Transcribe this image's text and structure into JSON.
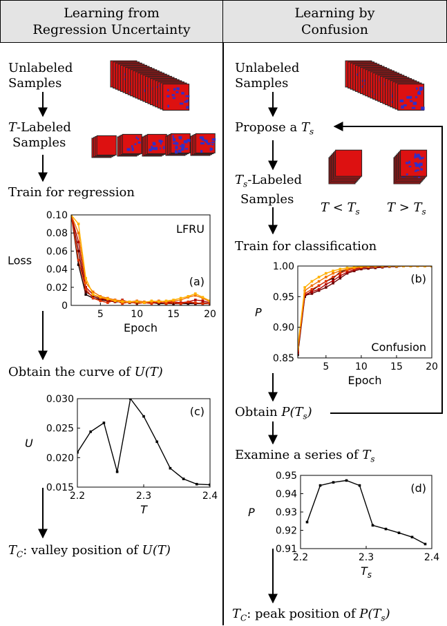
{
  "left": {
    "header": [
      "Learning from",
      "Regression Uncertainty"
    ],
    "unlabeled": [
      "Unlabeled",
      "Samples"
    ],
    "labeled_var": "T",
    "labeled": [
      "-Labeled",
      "Samples"
    ],
    "train": "Train for regression",
    "obtain": "Obtain the curve of ",
    "obtain_math": "U(T)",
    "result_var": "T",
    "result_sub": "C",
    "result": ": valley position of ",
    "result_math": "U(T)"
  },
  "right": {
    "header": [
      "Learning by",
      "Confusion"
    ],
    "unlabeled": [
      "Unlabeled",
      "Samples"
    ],
    "propose": "Propose a ",
    "propose_var": "T",
    "propose_sub": "s",
    "labeled_var": "T",
    "labeled_sub": "s",
    "labeled": [
      "-Labeled",
      "Samples"
    ],
    "lt_label": "T < T",
    "lt_sub": "s",
    "gt_label": "T > T",
    "gt_sub": "s",
    "train": "Train for classification",
    "obtain": "Obtain ",
    "obtain_math": "P(T",
    "obtain_sub": "s",
    "obtain_close": ")",
    "examine": "Examine a series of ",
    "examine_var": "T",
    "examine_sub": "s",
    "result_var": "T",
    "result_sub": "C",
    "result": ": peak position of ",
    "result_math": "P(T",
    "result_math_sub": "s",
    "result_close": ")"
  },
  "colors": {
    "ising_red": "#dd1111",
    "ising_blue": "#3030c8",
    "header_bg": "#e4e4e4"
  },
  "chart_data": [
    {
      "id": "a",
      "type": "line",
      "annotation": "LFRU",
      "panel_label": "(a)",
      "xlabel": "Epoch",
      "ylabel": "Loss",
      "xlim": [
        1,
        20
      ],
      "ylim": [
        0,
        0.1
      ],
      "xticks": [
        5,
        10,
        15,
        20
      ],
      "yticks": [
        "0",
        "0.02",
        "0.04",
        "0.06",
        "0.08",
        "0.10"
      ],
      "x": [
        1,
        2,
        3,
        4,
        5,
        6,
        7,
        8,
        9,
        10,
        11,
        12,
        13,
        14,
        15,
        16,
        17,
        18,
        19,
        20
      ],
      "series": [
        {
          "color": "#1a0000",
          "values": [
            0.1,
            0.045,
            0.012,
            0.008,
            0.006,
            0.005,
            0.004,
            0.004,
            0.003,
            0.003,
            0.003,
            0.003,
            0.002,
            0.002,
            0.002,
            0.002,
            0.002,
            0.002,
            0.002,
            0.002
          ]
        },
        {
          "color": "#6b0000",
          "values": [
            0.1,
            0.06,
            0.015,
            0.01,
            0.007,
            0.005,
            0.005,
            0.004,
            0.004,
            0.003,
            0.003,
            0.003,
            0.003,
            0.003,
            0.002,
            0.002,
            0.003,
            0.002,
            0.003,
            0.002
          ]
        },
        {
          "color": "#b00000",
          "values": [
            0.1,
            0.07,
            0.02,
            0.012,
            0.008,
            0.006,
            0.004,
            0.006,
            0.003,
            0.004,
            0.003,
            0.004,
            0.003,
            0.003,
            0.004,
            0.003,
            0.004,
            0.006,
            0.005,
            0.003
          ]
        },
        {
          "color": "#e03000",
          "values": [
            0.1,
            0.05,
            0.018,
            0.008,
            0.005,
            0.003,
            0.006,
            0.002,
            0.004,
            0.002,
            0.003,
            0.002,
            0.004,
            0.002,
            0.003,
            0.002,
            0.004,
            0.003,
            0.002,
            0.002
          ]
        },
        {
          "color": "#f07000",
          "values": [
            0.1,
            0.08,
            0.025,
            0.015,
            0.01,
            0.008,
            0.006,
            0.005,
            0.004,
            0.005,
            0.004,
            0.004,
            0.005,
            0.004,
            0.005,
            0.006,
            0.009,
            0.011,
            0.008,
            0.004
          ]
        },
        {
          "color": "#ffb000",
          "values": [
            0.1,
            0.09,
            0.03,
            0.012,
            0.009,
            0.007,
            0.005,
            0.004,
            0.004,
            0.004,
            0.003,
            0.005,
            0.004,
            0.005,
            0.006,
            0.008,
            0.01,
            0.013,
            0.009,
            0.005
          ]
        }
      ]
    },
    {
      "id": "b",
      "type": "line",
      "annotation": "Confusion",
      "panel_label": "(b)",
      "xlabel": "Epoch",
      "ylabel": "P",
      "xlim": [
        1,
        20
      ],
      "ylim": [
        0.85,
        1.0
      ],
      "xticks": [
        5,
        10,
        15,
        20
      ],
      "yticks": [
        "0.85",
        "0.90",
        "0.95",
        "1.00"
      ],
      "x": [
        1,
        2,
        3,
        4,
        5,
        6,
        7,
        8,
        9,
        10,
        11,
        12,
        13,
        14,
        15,
        16,
        17,
        18,
        19,
        20
      ],
      "series": [
        {
          "color": "#1a0000",
          "values": [
            0.855,
            0.95,
            0.96,
            0.968,
            0.975,
            0.98,
            0.99,
            0.995,
            0.998,
            0.999,
            0.999,
            1.0,
            1.0,
            1.0,
            1.0,
            1.0,
            1.0,
            1.0,
            1.0,
            1.0
          ]
        },
        {
          "color": "#6b0000",
          "values": [
            0.86,
            0.952,
            0.955,
            0.96,
            0.965,
            0.972,
            0.98,
            0.988,
            0.992,
            0.995,
            0.996,
            0.997,
            0.998,
            0.999,
            0.999,
            1.0,
            1.0,
            1.0,
            1.0,
            1.0
          ]
        },
        {
          "color": "#b00000",
          "values": [
            0.858,
            0.953,
            0.958,
            0.962,
            0.97,
            0.976,
            0.984,
            0.99,
            0.994,
            0.997,
            0.998,
            0.999,
            0.999,
            1.0,
            1.0,
            1.0,
            1.0,
            1.0,
            1.0,
            1.0
          ]
        },
        {
          "color": "#e03000",
          "values": [
            0.862,
            0.955,
            0.962,
            0.968,
            0.975,
            0.982,
            0.988,
            0.993,
            0.996,
            0.998,
            0.999,
            0.999,
            1.0,
            1.0,
            1.0,
            1.0,
            1.0,
            1.0,
            1.0,
            1.0
          ]
        },
        {
          "color": "#f07000",
          "values": [
            0.865,
            0.96,
            0.968,
            0.975,
            0.982,
            0.988,
            0.992,
            0.995,
            0.997,
            0.999,
            0.999,
            1.0,
            1.0,
            1.0,
            1.0,
            1.0,
            1.0,
            1.0,
            1.0,
            1.0
          ]
        },
        {
          "color": "#ffb000",
          "values": [
            0.868,
            0.965,
            0.975,
            0.982,
            0.988,
            0.992,
            0.995,
            0.997,
            0.998,
            0.999,
            1.0,
            1.0,
            1.0,
            1.0,
            1.0,
            1.0,
            1.0,
            1.0,
            1.0,
            1.0
          ]
        }
      ]
    },
    {
      "id": "c",
      "type": "line",
      "panel_label": "(c)",
      "xlabel": "T",
      "ylabel": "U",
      "xlim": [
        2.2,
        2.4
      ],
      "ylim": [
        0.015,
        0.03
      ],
      "xticks": [
        "2.2",
        "2.3",
        "2.4"
      ],
      "yticks": [
        "0.015",
        "0.020",
        "0.025",
        "0.030"
      ],
      "x": [
        2.2,
        2.22,
        2.24,
        2.26,
        2.28,
        2.3,
        2.32,
        2.34,
        2.36,
        2.38,
        2.4
      ],
      "series": [
        {
          "color": "#000000",
          "values": [
            0.0209,
            0.0244,
            0.0259,
            0.0176,
            0.03,
            0.027,
            0.0227,
            0.0182,
            0.0164,
            0.0155,
            0.0154
          ]
        }
      ]
    },
    {
      "id": "d",
      "type": "line",
      "panel_label": "(d)",
      "xlabel": "T_s",
      "ylabel": "P",
      "xlim": [
        2.2,
        2.4
      ],
      "ylim": [
        0.91,
        0.95
      ],
      "xticks": [
        "2.2",
        "2.3",
        "2.4"
      ],
      "yticks": [
        "0.91",
        "0.92",
        "0.93",
        "0.94",
        "0.95"
      ],
      "x": [
        2.21,
        2.23,
        2.25,
        2.27,
        2.29,
        2.31,
        2.33,
        2.35,
        2.37,
        2.39
      ],
      "series": [
        {
          "color": "#000000",
          "values": [
            0.9245,
            0.9445,
            0.9462,
            0.9472,
            0.9445,
            0.9227,
            0.9207,
            0.9186,
            0.9163,
            0.9125
          ]
        }
      ]
    }
  ]
}
